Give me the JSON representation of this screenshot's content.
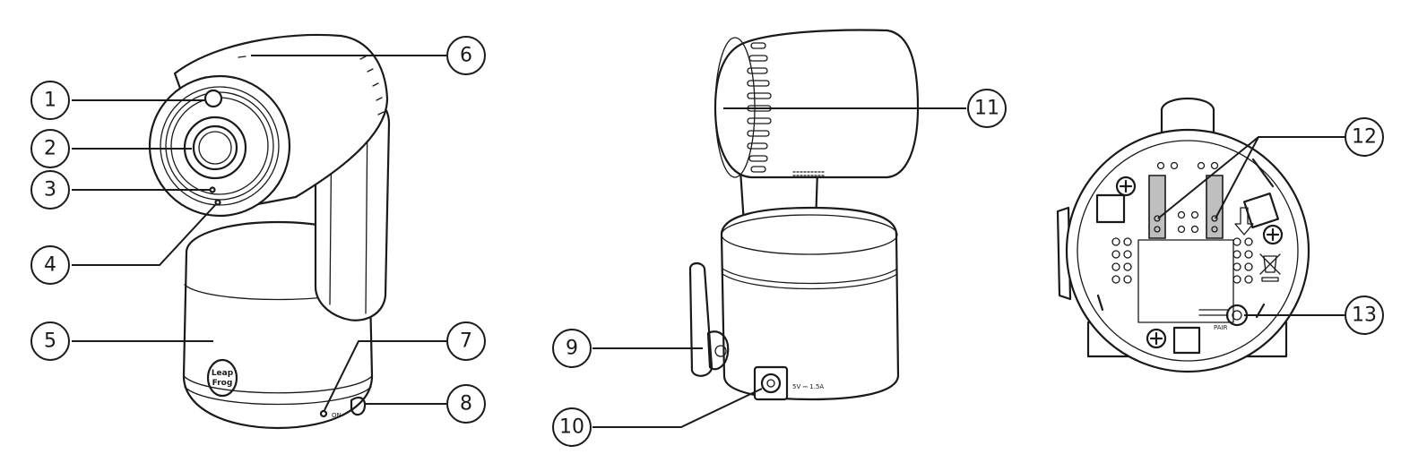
{
  "callouts": [
    {
      "id": "1",
      "label": "1"
    },
    {
      "id": "2",
      "label": "2"
    },
    {
      "id": "3",
      "label": "3"
    },
    {
      "id": "4",
      "label": "4"
    },
    {
      "id": "5",
      "label": "5"
    },
    {
      "id": "6",
      "label": "6"
    },
    {
      "id": "7",
      "label": "7"
    },
    {
      "id": "8",
      "label": "8"
    },
    {
      "id": "9",
      "label": "9"
    },
    {
      "id": "10",
      "label": "10"
    },
    {
      "id": "11",
      "label": "11"
    },
    {
      "id": "12",
      "label": "12"
    },
    {
      "id": "13",
      "label": "13"
    }
  ],
  "printed_text": {
    "logo_line1": "Leap",
    "logo_line2": "Frog",
    "on_label": "ON",
    "pair_label": "PAIR",
    "power_rating": "5V ⎓ 1.5A"
  },
  "colors": {
    "line": "#1a1a1a",
    "background": "#ffffff",
    "contact_grey": "#bfbfbf"
  }
}
